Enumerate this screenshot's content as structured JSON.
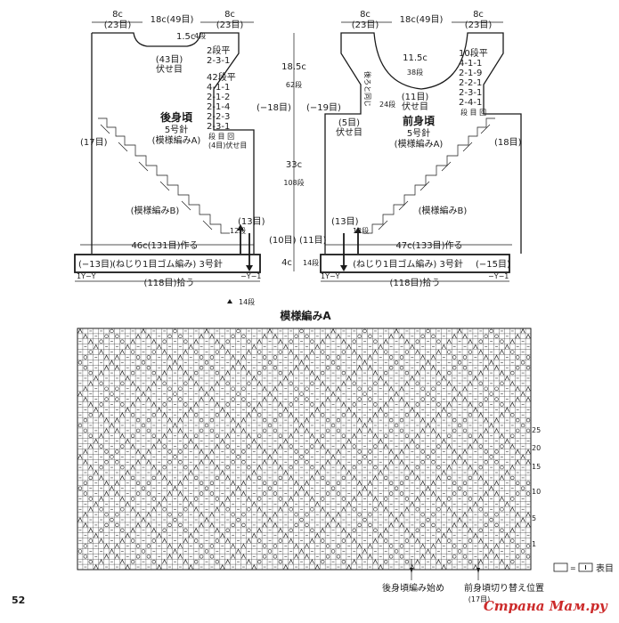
{
  "back": {
    "shoulder_left": "8c",
    "shoulder_left_rows": "(23目)",
    "neck_width": "18c(49目)",
    "shoulder_right": "8c",
    "shoulder_right_rows": "(23目)",
    "neck_depth": "1.5c",
    "neck_depth_rows": "4段",
    "neck_bind": "(43目)",
    "neck_bind_label": "伏せ目",
    "neck_dec": [
      "2段平",
      "2-3-1"
    ],
    "arm_dec": [
      "42段平",
      "4-1-1",
      "2-1-2",
      "2-1-4",
      "2-2-3",
      "2-3-1"
    ],
    "arm_dec_header": "段 目 回",
    "arm_bind": "(4目)伏せ目",
    "arm_side": "(−18目)",
    "title": "後身頃",
    "needle": "5号針",
    "pattern_a": "(模様編みA)",
    "pattern_b": "(模様編みB)",
    "left_count": "(17目)",
    "right_count": "(13目)",
    "right_rows": "12段",
    "cast_on": "46c(131目)作る",
    "rib_label": "(ねじり1目ゴム編み) 3号針",
    "rib_left": "(−13目)",
    "pickup": "(118目)拾う",
    "rib_marks_left": "1Y−Y",
    "rib_marks_right": "−Y−1"
  },
  "front": {
    "shoulder_left": "8c",
    "shoulder_left_rows": "(23目)",
    "neck_width": "18c(49目)",
    "shoulder_right": "8c",
    "shoulder_right_rows": "(23目)",
    "neck_depth": "11.5c",
    "neck_depth_rows": "38段",
    "neck_dec": [
      "10段平",
      "4-1-1",
      "2-1-9",
      "2-2-1",
      "2-3-1",
      "2-4-1"
    ],
    "neck_dec_header": "段 目 回",
    "neck_bind": "(11目)",
    "neck_bind_label": "伏せ目",
    "back_note": "後ろと同じ",
    "arm_rows": "24段",
    "arm_side": "(−19目)",
    "arm_bind": "(5目)",
    "arm_bind_label": "伏せ目",
    "title": "前身頃",
    "needle": "5号針",
    "pattern_a": "(模様編みA)",
    "pattern_b": "(模様編みB)",
    "left_count": "(13目)",
    "left_rows": "12段",
    "right_count": "(18目)",
    "cast_on": "47c(133目)作る",
    "rib_label": "(ねじり1目ゴム編み) 3号針",
    "rib_right": "(−15目)",
    "pickup": "(118目)拾う",
    "rib_marks_left": "1Y−Y",
    "rib_marks_right": "−Y−1"
  },
  "center": {
    "armhole_height": "18.5c",
    "armhole_rows": "62段",
    "body_height": "33c",
    "body_rows": "108段",
    "rib_height": "4c",
    "rib_rows": "14段",
    "back_side_count": "(10目)",
    "front_side_count": "(11目)",
    "rib_repeat": "14段"
  },
  "chart": {
    "title": "模様編みA",
    "row_numbers": [
      "25",
      "20",
      "15",
      "10",
      "5",
      "1"
    ],
    "legend_equals": "=",
    "legend_meaning": "表目",
    "marker_back": "後身頃編み始め",
    "marker_front": "前身頃切り替え位置",
    "marker_front_sub": "(17目)"
  },
  "page_number": "52",
  "watermark": "Страна Мам.ру"
}
